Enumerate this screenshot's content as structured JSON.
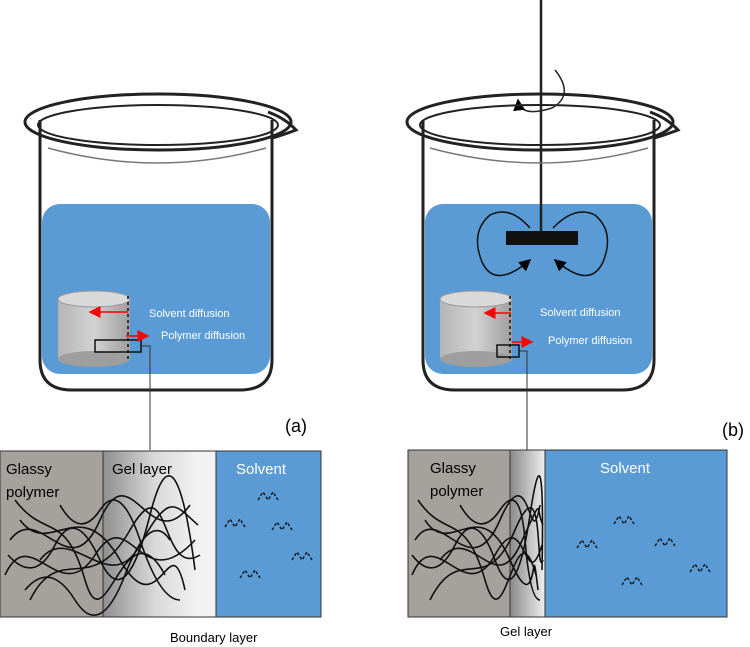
{
  "panel_a": {
    "tag": "(a)",
    "solvent_diffusion": "Solvent diffusion",
    "polymer_diffusion": "Polymer diffusion",
    "zoom": {
      "glassy_line1": "Glassy",
      "glassy_line2": "polymer",
      "gel": "Gel layer",
      "solvent": "Solvent"
    },
    "caption": "Boundary layer"
  },
  "panel_b": {
    "tag": "(b)",
    "solvent_diffusion": "Solvent diffusion",
    "polymer_diffusion": "Polymer diffusion",
    "zoom": {
      "glassy_line1": "Glassy",
      "glassy_line2": "polymer",
      "solvent": "Solvent"
    },
    "caption": "Gel layer"
  },
  "colors": {
    "liquid": "#5b9bd5",
    "arrow": "#ff0000",
    "glassy": "#a5a19d",
    "cylinder": "#c8c8c8"
  }
}
